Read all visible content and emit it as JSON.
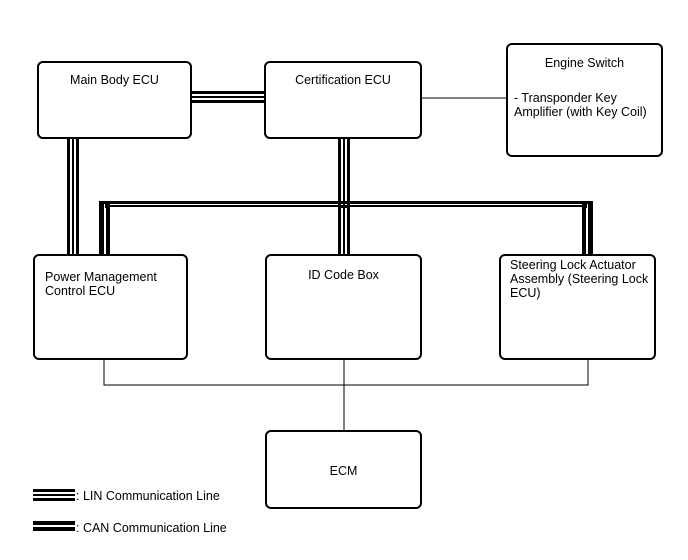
{
  "boxes": {
    "main_body": "Main Body ECU",
    "certification": "Certification ECU",
    "engine_switch": {
      "title": "Engine Switch",
      "detail": "- Transponder Key Amplifier (with Key Coil)"
    },
    "power_management": "Power Management Control ECU",
    "id_code_box": "ID Code Box",
    "steering_lock": "Steering Lock Actuator Assembly (Steering Lock ECU)",
    "ecm": "ECM"
  },
  "legend": [
    {
      "label": ":  LIN Communication Line",
      "line_type": "triple"
    },
    {
      "label": ":  CAN Communication Line",
      "line_type": "double"
    }
  ],
  "colors": {
    "line": "#000000",
    "background": "#ffffff"
  }
}
